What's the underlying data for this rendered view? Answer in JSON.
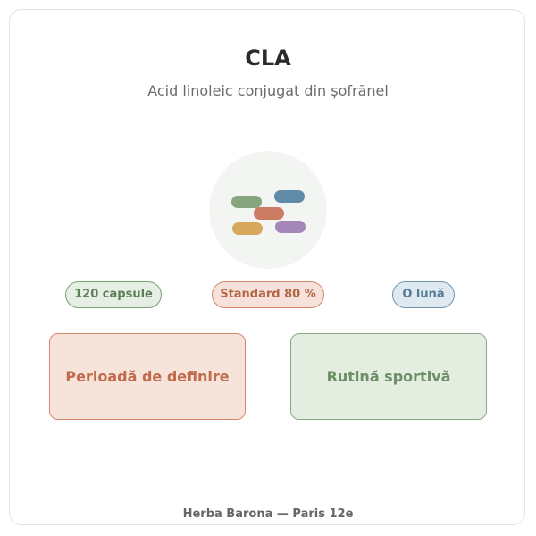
{
  "header": {
    "title": "CLA",
    "subtitle": "Acid linoleic conjugat din șofrănel"
  },
  "product_icon": {
    "icon": "capsules-icon",
    "capsule_colors": [
      "#86a67e",
      "#5f8aa8",
      "#cc7a62",
      "#d6a85c",
      "#a486b8"
    ]
  },
  "tags": [
    {
      "label": "120 capsule",
      "color": "#7aa274"
    },
    {
      "label": "Standard 80 %",
      "color": "#d2876a"
    },
    {
      "label": "O lună",
      "color": "#6e94ad"
    }
  ],
  "cards": [
    {
      "label": "Perioadă de definire",
      "color": "#d2876a"
    },
    {
      "label": "Rutină sportivă",
      "color": "#86a981"
    }
  ],
  "footer": {
    "text": "Herba Barona — Paris 12e"
  }
}
